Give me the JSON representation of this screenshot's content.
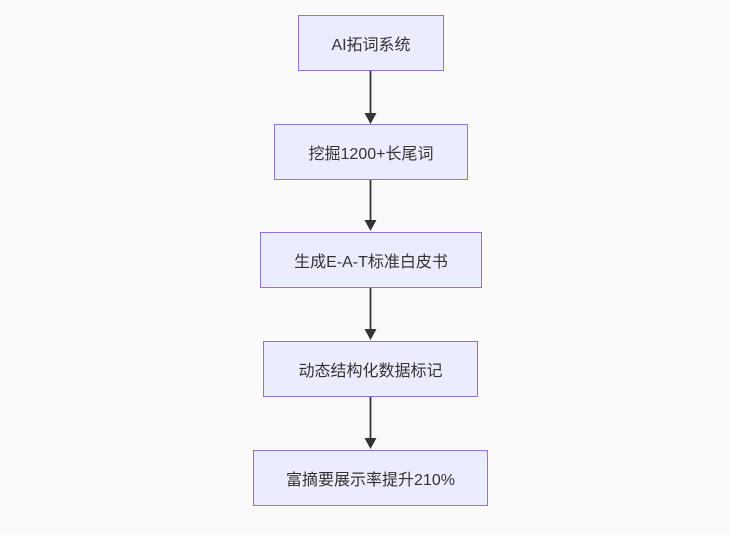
{
  "diagram": {
    "type": "flowchart",
    "direction": "top-down",
    "nodes": [
      {
        "id": "n1",
        "label": "AI拓词系统"
      },
      {
        "id": "n2",
        "label": "挖掘1200+长尾词"
      },
      {
        "id": "n3",
        "label": "生成E-A-T标准白皮书"
      },
      {
        "id": "n4",
        "label": "动态结构化数据标记"
      },
      {
        "id": "n5",
        "label": "富摘要展示率提升210%"
      }
    ],
    "edges": [
      {
        "from": "n1",
        "to": "n2"
      },
      {
        "from": "n2",
        "to": "n3"
      },
      {
        "from": "n3",
        "to": "n4"
      },
      {
        "from": "n4",
        "to": "n5"
      }
    ],
    "colors": {
      "node_fill": "#ECECFF",
      "node_border": "#9370DB",
      "edge": "#333333",
      "text": "#333333",
      "background": "#FAFAFA"
    }
  }
}
